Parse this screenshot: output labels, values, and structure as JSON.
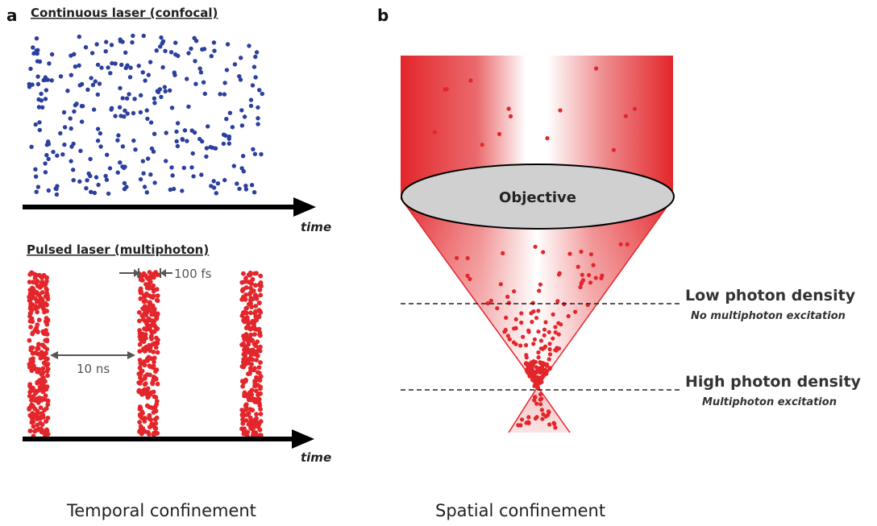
{
  "panel_a": {
    "letter": "a",
    "continuous_heading": "Continuous laser (confocal)",
    "pulsed_heading": "Pulsed laser (multiphoton)",
    "time_label_top": "time",
    "time_label_bottom": "time",
    "pulse_width_label": "100 fs",
    "pulse_interval_label": "10 ns",
    "caption": "Temporal confinement",
    "photon_color_continuous": "#2b3f9e",
    "photon_color_pulsed": "#e3262b"
  },
  "panel_b": {
    "letter": "b",
    "objective_label": "Objective",
    "low_density_label": "Low photon density",
    "low_density_sub": "No multiphoton excitation",
    "high_density_label": "High photon density",
    "high_density_sub": "Multiphoton excitation",
    "caption": "Spatial confinement",
    "beam_color": "#e3262b",
    "lens_color": "#d0d0d0"
  }
}
